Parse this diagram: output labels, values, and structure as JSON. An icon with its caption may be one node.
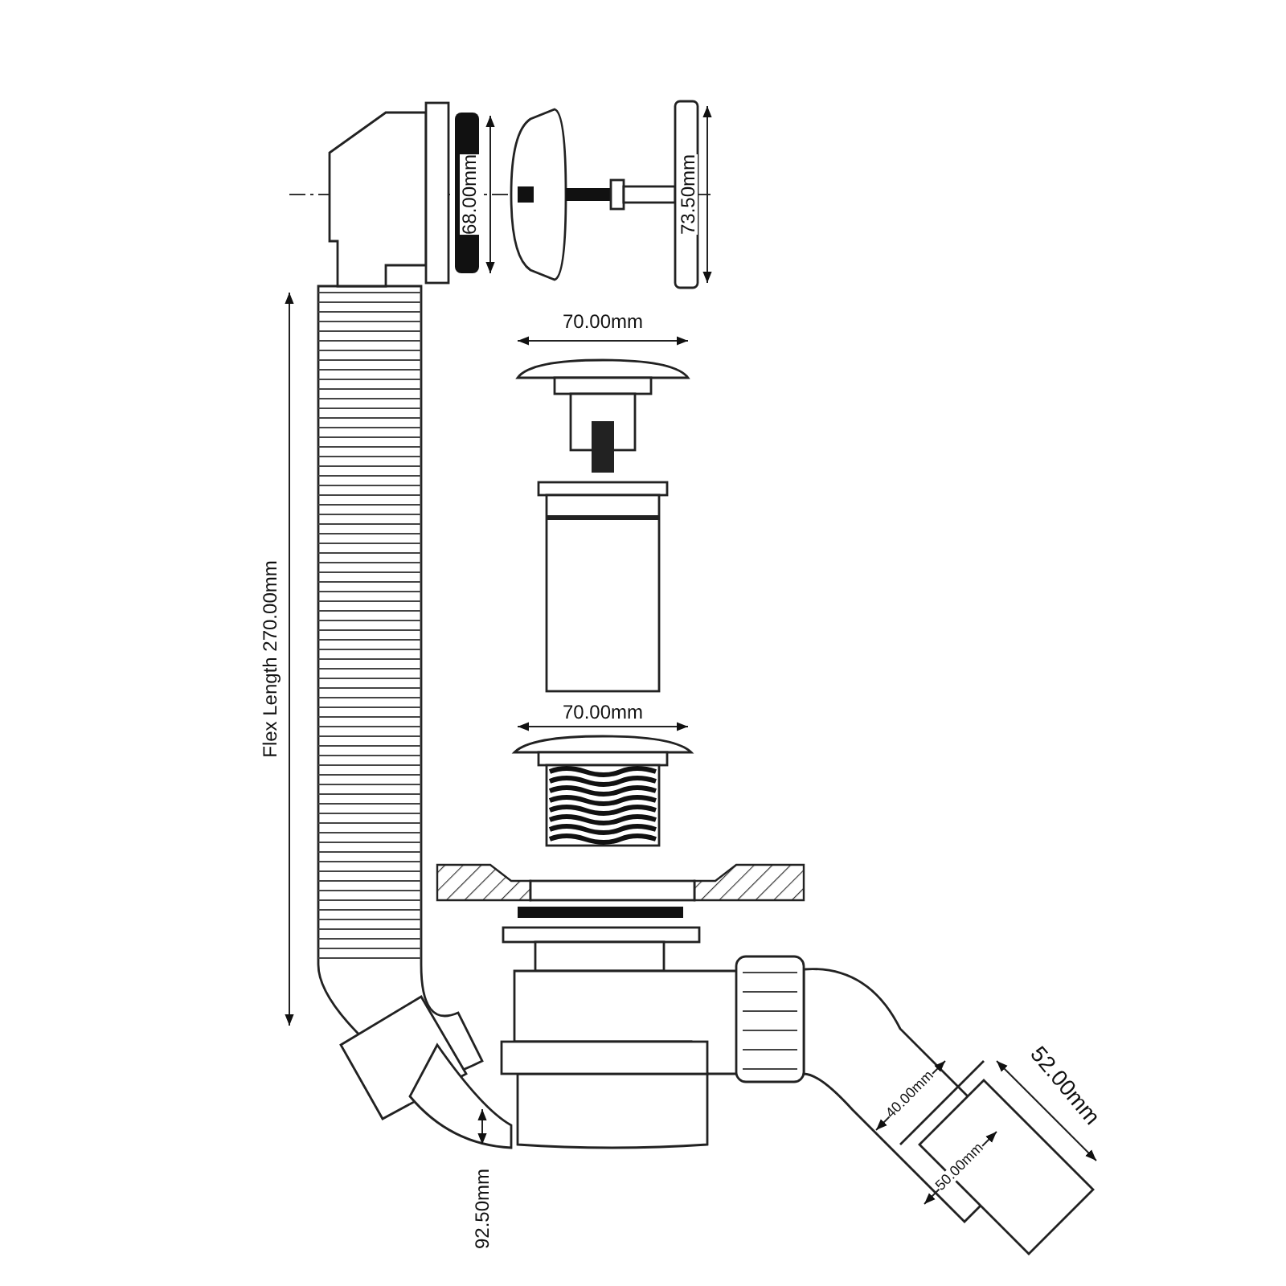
{
  "diagram": {
    "labels": [
      "68.00mm",
      "73.50mm",
      "70.00mm",
      "Flex Length 270.00mm",
      "70.00mm",
      "52.00mm",
      "40.00mm",
      "50.00mm",
      "92.50mm"
    ]
  }
}
